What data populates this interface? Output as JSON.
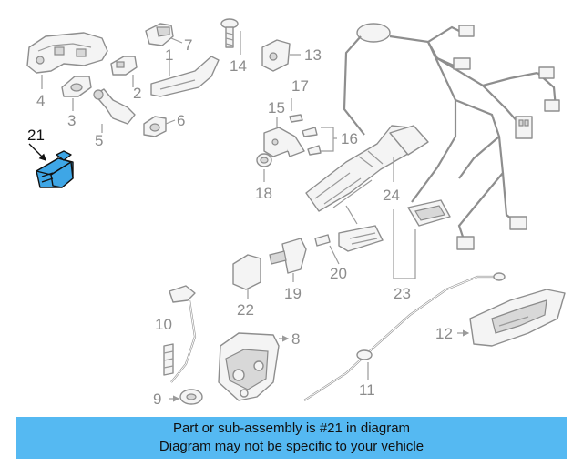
{
  "diagram": {
    "highlighted_part": "21",
    "callouts": [
      "1",
      "2",
      "3",
      "4",
      "5",
      "6",
      "7",
      "8",
      "9",
      "10",
      "11",
      "12",
      "13",
      "14",
      "15",
      "16",
      "17",
      "18",
      "19",
      "20",
      "21",
      "22",
      "23",
      "24"
    ]
  },
  "banner": {
    "line1": "Part or sub-assembly is #21 in diagram",
    "line2": "Diagram may not be specific to your vehicle"
  }
}
